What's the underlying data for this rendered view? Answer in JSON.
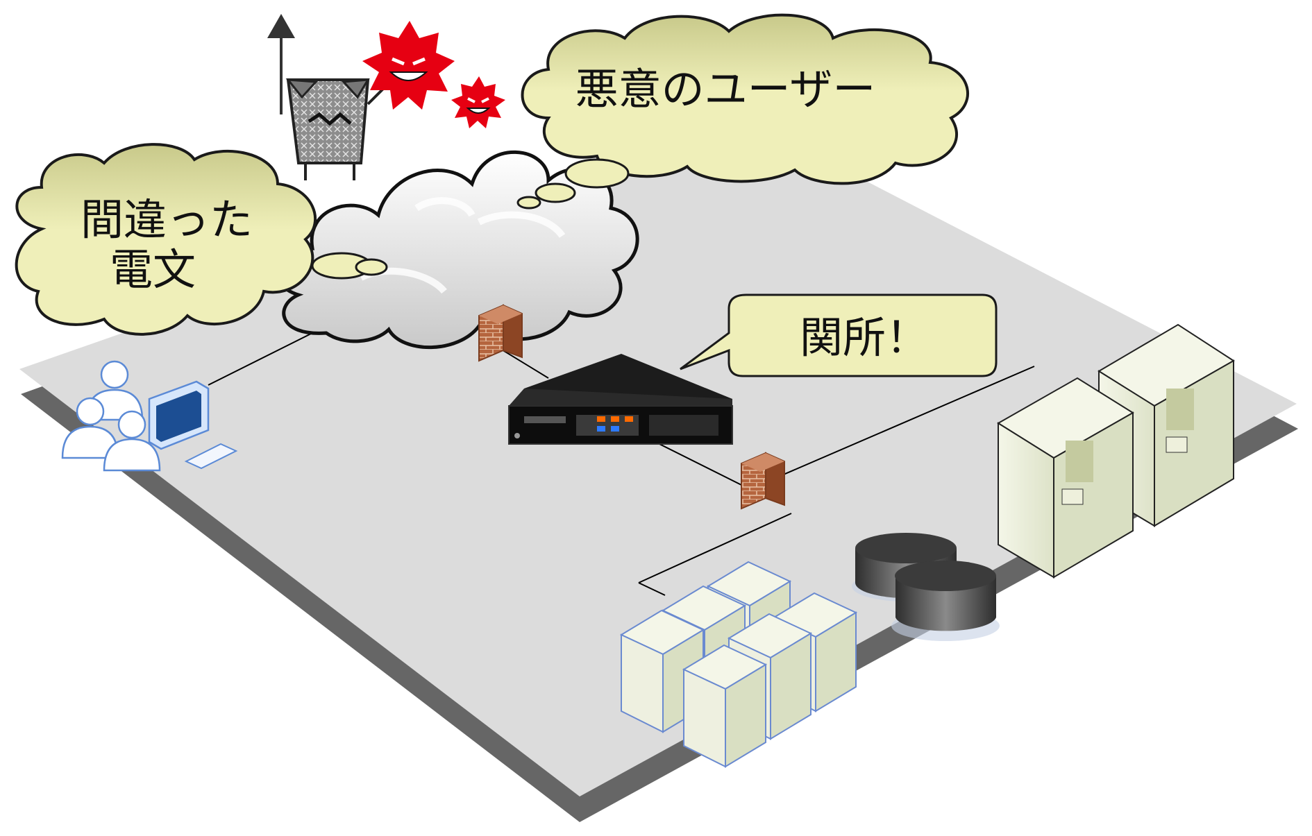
{
  "callouts": {
    "malicious_user": "悪意のユーザー",
    "wrong_message_line1": "間違った",
    "wrong_message_line2": "電文",
    "checkpoint": "関所！"
  },
  "colors": {
    "platform_top": "#dcdcdc",
    "platform_side": "#666666",
    "bubble_fill": "#eeeeb4",
    "bubble_stroke": "#1a1a1a",
    "firewall_brick": "#b5653e",
    "virus_red": "#e60012",
    "server_body": "#eef0e0",
    "storage_dark": "#444444",
    "user_outline": "#5b8ad6"
  },
  "icons": [
    "users-icon",
    "monitor-icon",
    "keyboard-icon",
    "internet-cloud-icon",
    "firewall-icon",
    "gateway-appliance-icon",
    "virus-icon",
    "attacker-icon",
    "server-icon",
    "rack-server-icon",
    "storage-disk-icon"
  ]
}
